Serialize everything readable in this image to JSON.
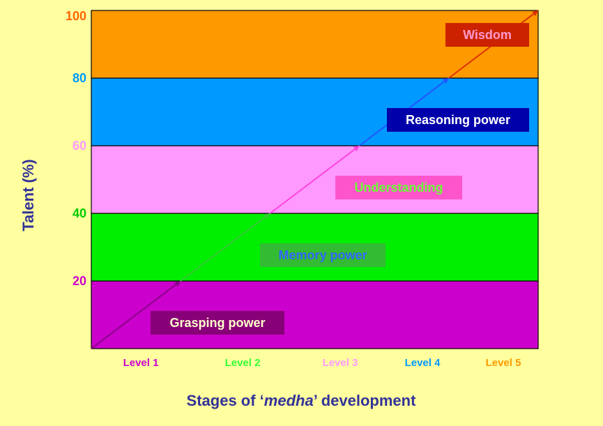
{
  "chart_data": {
    "type": "line",
    "ylabel": "Talent (%)",
    "xlabel_parts": [
      "Stages of ‘",
      "medha",
      "’ development"
    ],
    "y_ticks": [
      {
        "value": 20,
        "label": "20",
        "color": "#cc00cc"
      },
      {
        "value": 40,
        "label": "40",
        "color": "#00cc00"
      },
      {
        "value": 60,
        "label": "60",
        "color": "#ff99ff"
      },
      {
        "value": 80,
        "label": "80",
        "color": "#0099ff"
      },
      {
        "value": 100,
        "label": "100",
        "color": "#ff6600"
      }
    ],
    "ylim": [
      0,
      100
    ],
    "categories": [
      {
        "label": "Level 1",
        "color": "#cc00cc"
      },
      {
        "label": "Level 2",
        "color": "#33ff33"
      },
      {
        "label": "Level 3",
        "color": "#ff99ff"
      },
      {
        "label": "Level 4",
        "color": "#0099ff"
      },
      {
        "label": "Level 5",
        "color": "#ff9900"
      }
    ],
    "bands": [
      {
        "label": "Grasping power",
        "from": 0,
        "to": 20,
        "fill": "#cc00cc",
        "label_bg": "#880077",
        "label_color": "#ffffcc"
      },
      {
        "label": "Memory power",
        "from": 20,
        "to": 40,
        "fill": "#00ee00",
        "label_bg": "#33bb33",
        "label_color": "#3366ff"
      },
      {
        "label": "Understanding",
        "from": 40,
        "to": 60,
        "fill": "#ff99ff",
        "label_bg": "#ff55cc",
        "label_color": "#66ff33"
      },
      {
        "label": "Reasoning power",
        "from": 60,
        "to": 80,
        "fill": "#0099ff",
        "label_bg": "#0000aa",
        "label_color": "#ffffff"
      },
      {
        "label": "Wisdom",
        "from": 80,
        "to": 100,
        "fill": "#ff9900",
        "label_bg": "#cc2200",
        "label_color": "#ff99cc"
      }
    ],
    "series": [
      {
        "x": [
          0,
          1,
          2,
          3,
          4,
          5
        ],
        "y": [
          0,
          20,
          40,
          60,
          80,
          100
        ]
      }
    ],
    "segment_colors": [
      "#880088",
      "#33cc33",
      "#ff44dd",
      "#2255ff",
      "#dd3300"
    ]
  }
}
